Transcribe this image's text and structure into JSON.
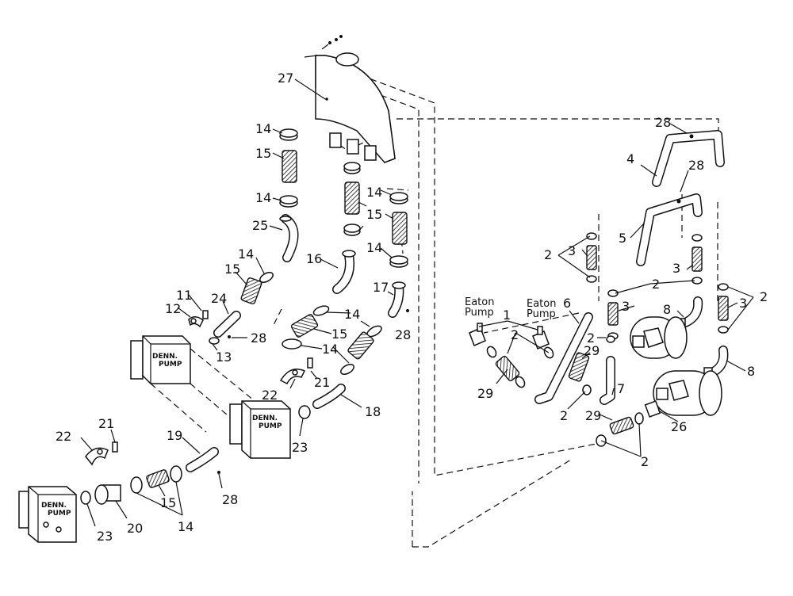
{
  "labels": {
    "n1": "1",
    "n2": "2",
    "n3": "3",
    "n4": "4",
    "n5": "5",
    "n6": "6",
    "n7": "7",
    "n8": "8",
    "n11": "11",
    "n12": "12",
    "n13": "13",
    "n14": "14",
    "n15": "15",
    "n16": "16",
    "n17": "17",
    "n18": "18",
    "n19": "19",
    "n20": "20",
    "n21": "21",
    "n22": "22",
    "n23": "23",
    "n24": "24",
    "n25": "25",
    "n26": "26",
    "n27": "27",
    "n28": "28",
    "n29": "29"
  },
  "pump_left": {
    "line1": "Eaton",
    "line2": "Pump"
  },
  "pump_right": {
    "line1": "Eaton",
    "line2": "Pump"
  },
  "denn_pump": {
    "line1": "DENN.",
    "line2": "PUMP"
  }
}
